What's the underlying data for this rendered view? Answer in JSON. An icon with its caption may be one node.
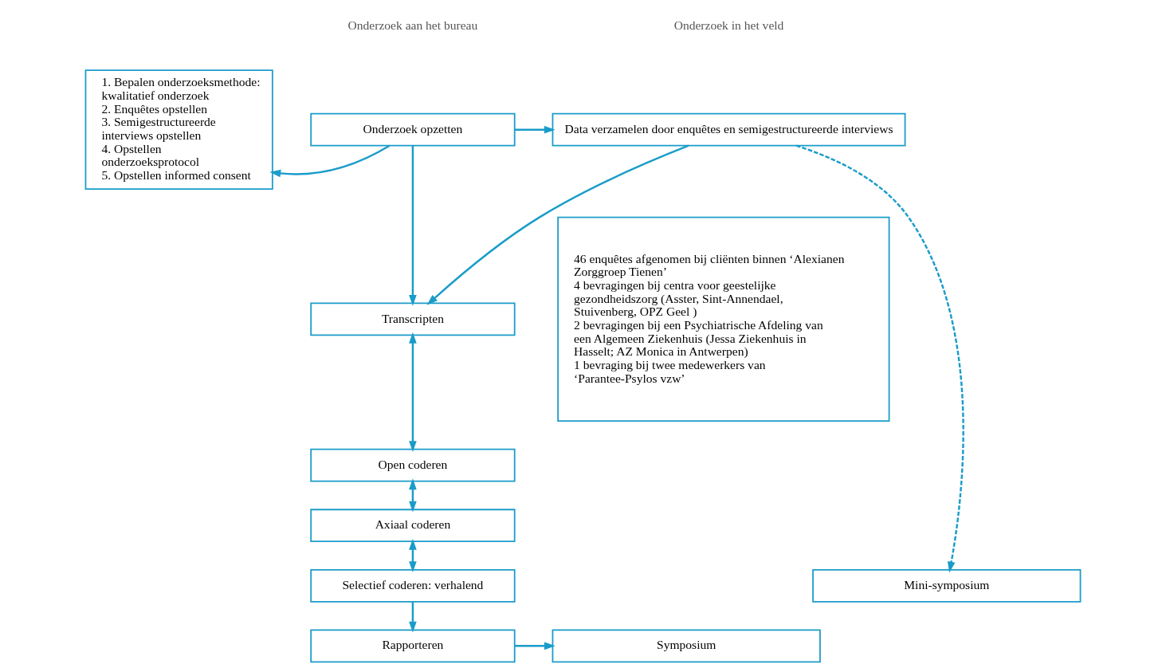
{
  "diagram": {
    "nodes": [
      {
        "text": [
          "1. Bepalen onderzoeksmethode: kwalitatief onderzoek",
          "2. Enquêtes opstellen",
          "3. Semigestructureerde interviews opstellen",
          "4. Opstellen onderzoeksprotocol",
          "5. Opstellen informed consent"
        ]
      },
      {
        "text": [
          "Onderzoek opzetten"
        ]
      },
      {
        "text": [
          "Transcripten"
        ]
      },
      {
        "text": [
          "Open coderen"
        ]
      },
      {
        "text": [
          "Axiaal coderen"
        ]
      },
      {
        "text": [
          "Selectief coderen: verhalend"
        ]
      },
      {
        "text": [
          "Rapporteren"
        ]
      },
      {
        "text": [
          "Data verzamelen door enquêtes en semigestructureerde interviews"
        ]
      },
      {
        "text": [
          "46 enquêtes afgenomen bij cliënten binnen ‘Alexianen Zorggroep Tienen’",
          "4 bevragingen bij centra voor geestelijke gezondheidszorg (Asster, Sint-Annendael, Stuivenberg, OPZ Geel )",
          "2 bevragingen bij een Psychiatrische Afdeling van een Algemeen Ziekenhuis (Jessa Ziekenhuis in Hasselt; AZ Monica in Antwerpen)",
          "1 bevraging bij twee medewerkers van ‘Parantee-Psylos vzw’"
        ]
      },
      {
        "text": [
          "Mini-symposium"
        ]
      },
      {
        "text": [
          "Symposium"
        ]
      }
    ],
    "edges": [
      {
        "from": 1,
        "to": 0,
        "arrow": "to"
      },
      {
        "from": 1,
        "to": 7,
        "arrow": "to"
      },
      {
        "from": 1,
        "to": 2,
        "arrow": "to"
      },
      {
        "from": 7,
        "to": 2,
        "arrow": "to"
      },
      {
        "from": 2,
        "to": 3,
        "arrow": "both"
      },
      {
        "from": 3,
        "to": 4,
        "arrow": "both"
      },
      {
        "from": 4,
        "to": 5,
        "arrow": "both"
      },
      {
        "from": 5,
        "to": 6,
        "arrow": "to"
      },
      {
        "from": 7,
        "to": 9,
        "arrow": "to",
        "style": "dashed"
      },
      {
        "from": 6,
        "to": 10,
        "arrow": "to"
      }
    ],
    "labels": [
      "Onderzoek aan het bureau",
      "Onderzoek in het veld"
    ]
  }
}
